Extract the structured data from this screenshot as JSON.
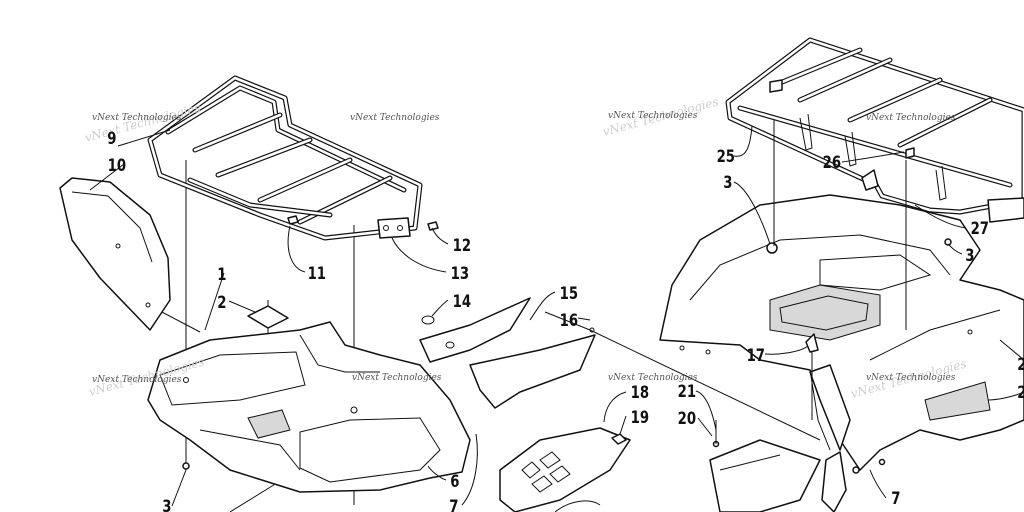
{
  "watermark": "vNext Technologies",
  "callouts": [
    {
      "id": "c-9",
      "label": "9"
    },
    {
      "id": "c-10",
      "label": "10"
    },
    {
      "id": "c-1",
      "label": "1"
    },
    {
      "id": "c-2",
      "label": "2"
    },
    {
      "id": "c-11",
      "label": "11"
    },
    {
      "id": "c-12",
      "label": "12"
    },
    {
      "id": "c-13",
      "label": "13"
    },
    {
      "id": "c-14",
      "label": "14"
    },
    {
      "id": "c-15",
      "label": "15"
    },
    {
      "id": "c-16",
      "label": "16"
    },
    {
      "id": "c-3a",
      "label": "3"
    },
    {
      "id": "c-6",
      "label": "6"
    },
    {
      "id": "c-7a",
      "label": "7"
    },
    {
      "id": "c-18",
      "label": "18"
    },
    {
      "id": "c-19",
      "label": "19"
    },
    {
      "id": "c-21",
      "label": "21"
    },
    {
      "id": "c-20",
      "label": "20"
    },
    {
      "id": "c-25",
      "label": "25"
    },
    {
      "id": "c-3b",
      "label": "3"
    },
    {
      "id": "c-26",
      "label": "26"
    },
    {
      "id": "c-27",
      "label": "27"
    },
    {
      "id": "c-3c",
      "label": "3"
    },
    {
      "id": "c-17",
      "label": "17"
    },
    {
      "id": "c-7b",
      "label": "7"
    },
    {
      "id": "c-2r1",
      "label": "2"
    },
    {
      "id": "c-2r2",
      "label": "2"
    }
  ]
}
